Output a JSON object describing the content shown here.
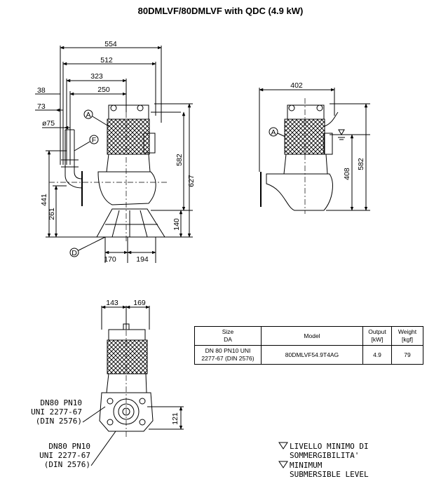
{
  "title": "80DMLVF/80DMLVF with QDC (4.9 kW)",
  "side_view": {
    "dims": {
      "d554": "554",
      "d512": "512",
      "d323": "323",
      "d250": "250",
      "d38": "38",
      "d73": "73",
      "d75": "ø75",
      "d441": "441",
      "d261": "261",
      "d582": "582",
      "d627": "627",
      "d140": "140",
      "d170": "170",
      "d194": "194"
    },
    "labels": {
      "A": "A",
      "F": "F",
      "D": "D"
    }
  },
  "front_view": {
    "dims": {
      "d402": "402",
      "d408": "408",
      "d582": "582"
    },
    "labels": {
      "A": "A"
    }
  },
  "bottom_view": {
    "dims": {
      "d143": "143",
      "d169": "169",
      "d121": "121"
    },
    "callout1": [
      "DN80 PN10",
      "UNI 2277-67",
      "(DIN 2576)"
    ],
    "callout2": [
      "DN80 PN10",
      "UNI 2277-67",
      "(DIN 2576)"
    ]
  },
  "legend": {
    "line1": "LIVELLO MINIMO DI",
    "line2": "SOMMERGIBILITA'",
    "line3": "MINIMUM",
    "line4": "SUBMERSIBLE LEVEL"
  },
  "table": {
    "headers": {
      "size": "Size\nDA",
      "model": "Model",
      "output": "Output\n[kW]",
      "weight": "Weight\n[kgf]"
    },
    "row": {
      "size": "DN 80 PN10 UNI\n2277-67 (DIN 2576)",
      "model": "80DMLVF54.9T4AG",
      "output": "4.9",
      "weight": "79"
    }
  }
}
